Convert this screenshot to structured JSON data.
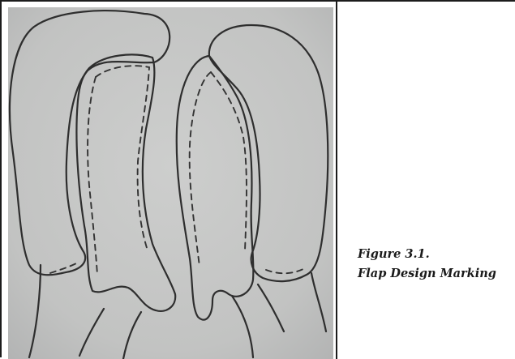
{
  "figure": {
    "caption_number": "Figure 3.1.",
    "caption_title": "Flap Design Marking",
    "image": {
      "kind": "pencil sketch photograph",
      "paper_color": "#c4c5c4",
      "line_color": "#2e2e2e"
    }
  }
}
